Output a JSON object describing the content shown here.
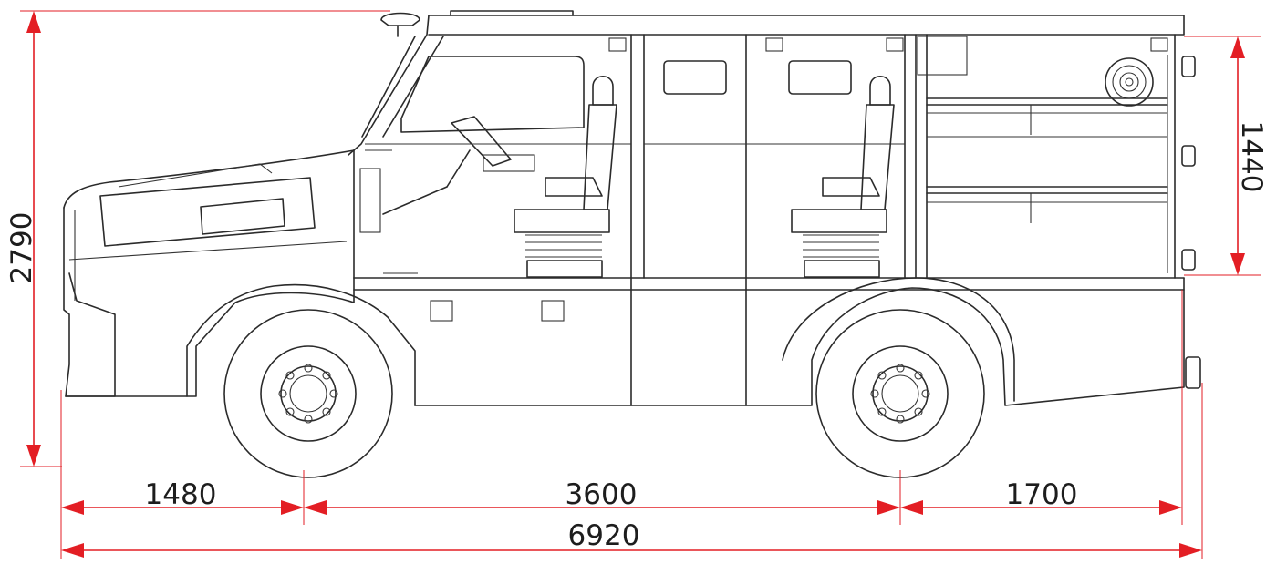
{
  "dimensions": {
    "overall_height": "2790",
    "compartment_height": "1440",
    "front_overhang": "1480",
    "wheelbase": "3600",
    "rear_overhang": "1700",
    "overall_length": "6920"
  },
  "colors": {
    "dimension_lines": "#e31e24",
    "drawing_lines": "#2b2b2b",
    "text": "#1d1d1d"
  }
}
